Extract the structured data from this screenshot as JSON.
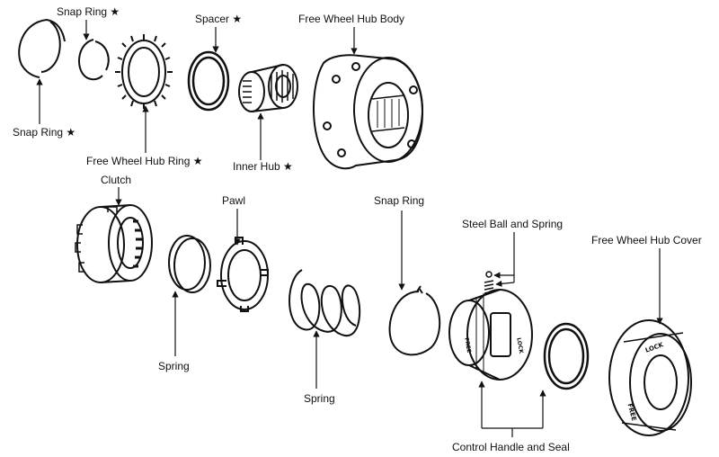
{
  "diagram": {
    "labels": {
      "snap_ring_top": "Snap Ring ★",
      "spacer": "Spacer ★",
      "hub_body": "Free Wheel Hub Body",
      "snap_ring_left": "Snap Ring ★",
      "hub_ring": "Free Wheel Hub  Ring ★",
      "inner_hub": "Inner Hub ★",
      "clutch": "Clutch",
      "pawl": "Pawl",
      "snap_ring_mid": "Snap Ring",
      "steel_ball": "Steel Ball and Spring",
      "hub_cover": "Free Wheel Hub Cover",
      "spring_left": "Spring",
      "spring_mid": "Spring",
      "control_handle": "Control Handle and Seal"
    },
    "part_markings": {
      "cover_lock": "LOCK",
      "cover_free": "FREE",
      "handle_free": "FREE",
      "handle_lock": "LOCK"
    }
  }
}
